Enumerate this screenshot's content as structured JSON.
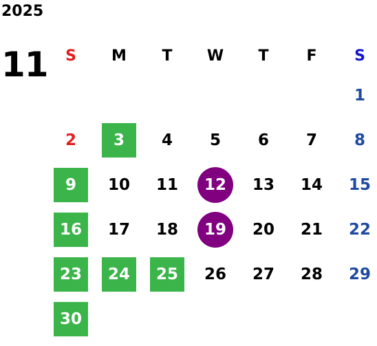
{
  "year": "2025",
  "month": "11",
  "weekday_headers": [
    "S",
    "M",
    "T",
    "W",
    "T",
    "F",
    "S"
  ],
  "colors": {
    "sunday": "#e02020",
    "saturday": "#1f4aa0",
    "green_highlight": "#3bb54a",
    "purple_highlight": "#800080"
  },
  "weeks": [
    [
      {
        "day": "",
        "style": "empty"
      },
      {
        "day": "",
        "style": "empty"
      },
      {
        "day": "",
        "style": "empty"
      },
      {
        "day": "",
        "style": "empty"
      },
      {
        "day": "",
        "style": "empty"
      },
      {
        "day": "",
        "style": "empty"
      },
      {
        "day": "1",
        "style": "normal"
      }
    ],
    [
      {
        "day": "2",
        "style": "normal"
      },
      {
        "day": "3",
        "style": "green"
      },
      {
        "day": "4",
        "style": "normal"
      },
      {
        "day": "5",
        "style": "normal"
      },
      {
        "day": "6",
        "style": "normal"
      },
      {
        "day": "7",
        "style": "normal"
      },
      {
        "day": "8",
        "style": "normal"
      }
    ],
    [
      {
        "day": "9",
        "style": "green"
      },
      {
        "day": "10",
        "style": "normal"
      },
      {
        "day": "11",
        "style": "normal"
      },
      {
        "day": "12",
        "style": "purple"
      },
      {
        "day": "13",
        "style": "normal"
      },
      {
        "day": "14",
        "style": "normal"
      },
      {
        "day": "15",
        "style": "normal"
      }
    ],
    [
      {
        "day": "16",
        "style": "green"
      },
      {
        "day": "17",
        "style": "normal"
      },
      {
        "day": "18",
        "style": "normal"
      },
      {
        "day": "19",
        "style": "purple"
      },
      {
        "day": "20",
        "style": "normal"
      },
      {
        "day": "21",
        "style": "normal"
      },
      {
        "day": "22",
        "style": "normal"
      }
    ],
    [
      {
        "day": "23",
        "style": "green"
      },
      {
        "day": "24",
        "style": "green"
      },
      {
        "day": "25",
        "style": "green"
      },
      {
        "day": "26",
        "style": "normal"
      },
      {
        "day": "27",
        "style": "normal"
      },
      {
        "day": "28",
        "style": "normal"
      },
      {
        "day": "29",
        "style": "normal"
      }
    ],
    [
      {
        "day": "30",
        "style": "green"
      },
      {
        "day": "",
        "style": "empty"
      },
      {
        "day": "",
        "style": "empty"
      },
      {
        "day": "",
        "style": "empty"
      },
      {
        "day": "",
        "style": "empty"
      },
      {
        "day": "",
        "style": "empty"
      },
      {
        "day": "",
        "style": "empty"
      }
    ]
  ]
}
